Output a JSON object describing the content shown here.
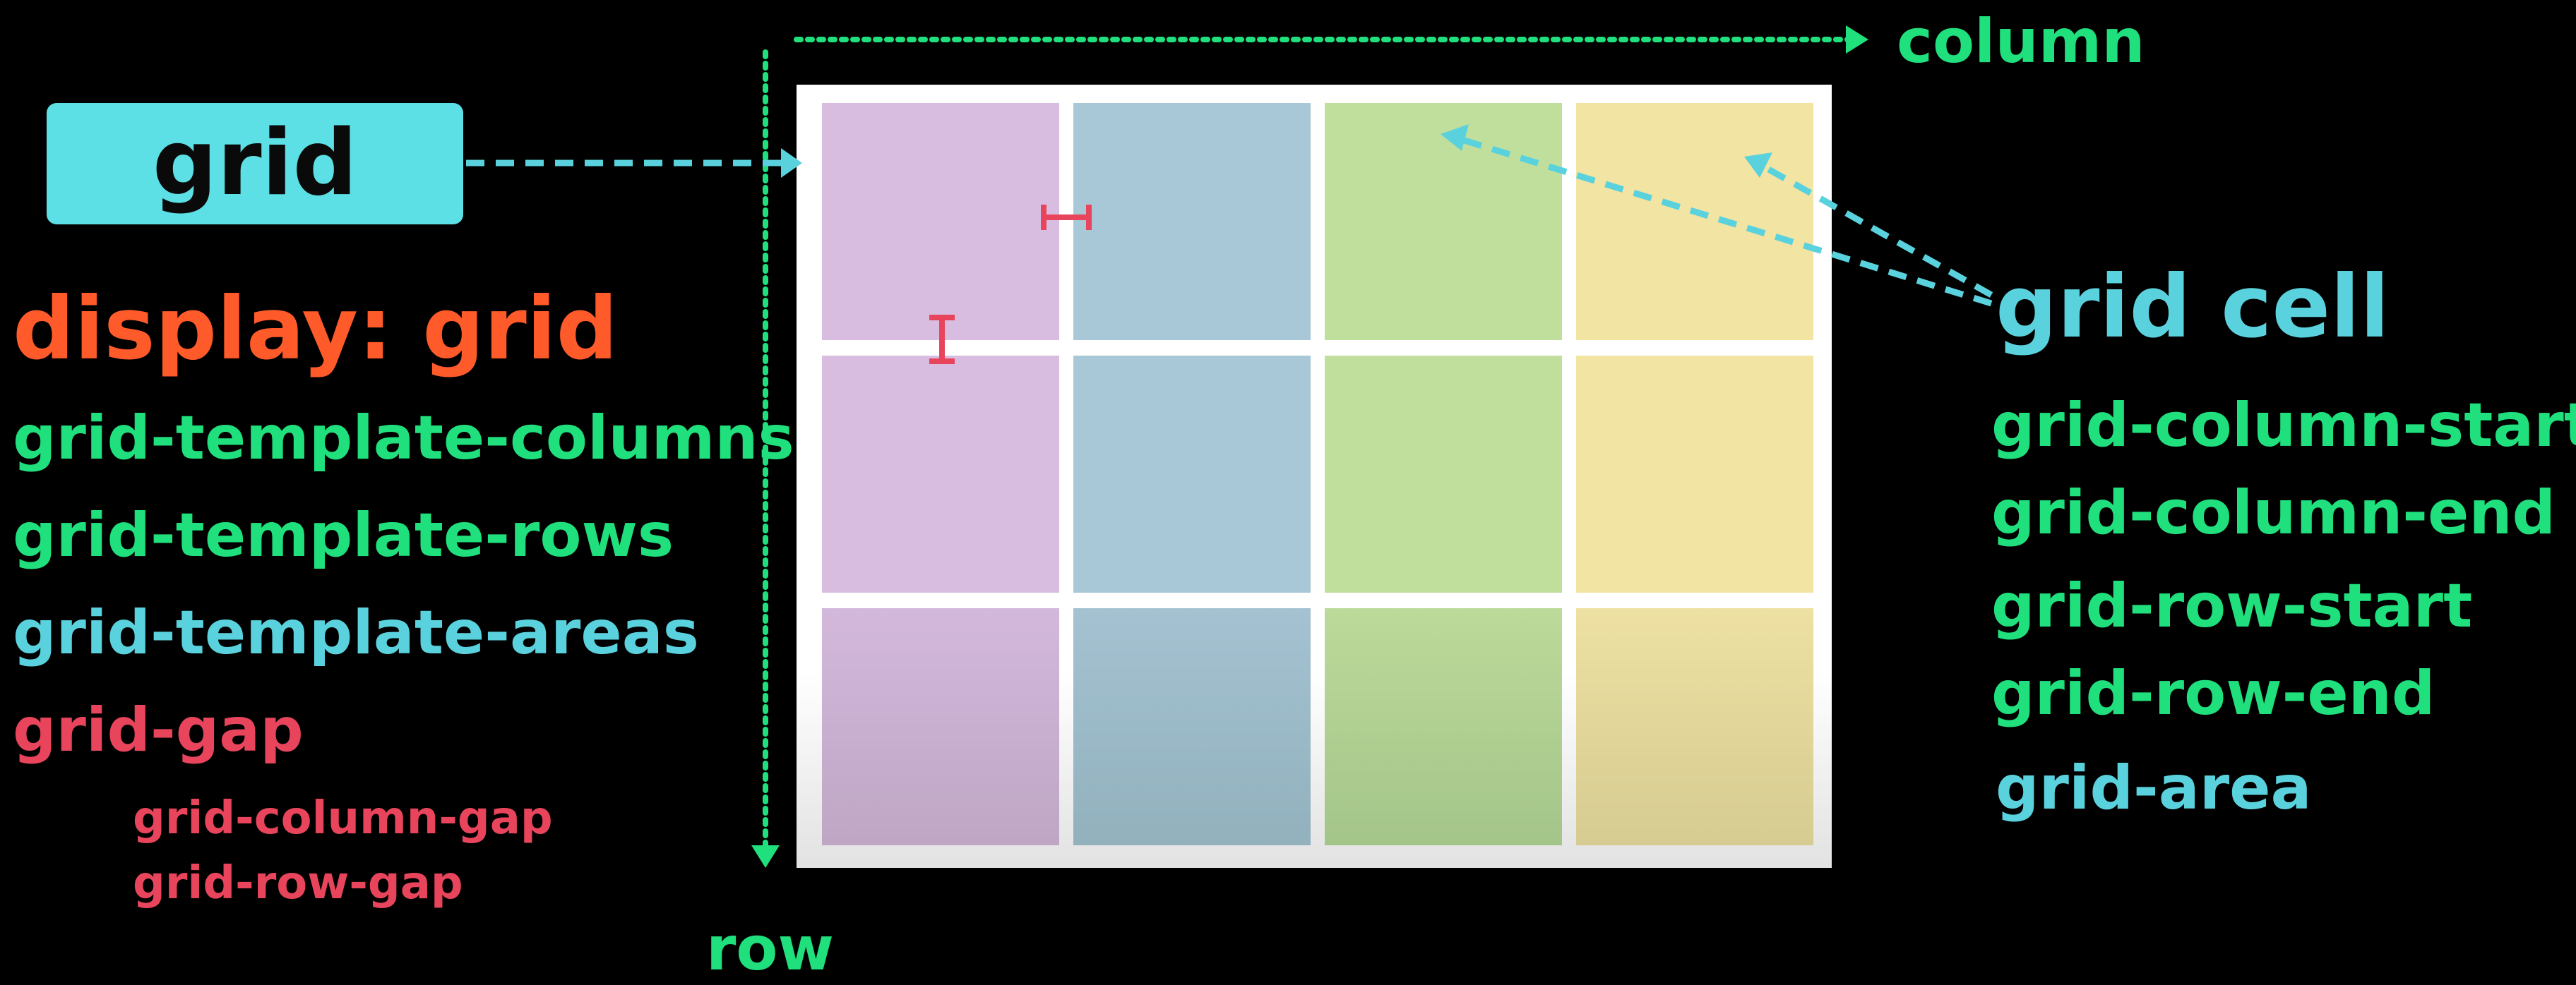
{
  "badge": {
    "label": "grid"
  },
  "axis_labels": {
    "column": "column",
    "row": "row"
  },
  "container_properties": {
    "display": "display: grid",
    "template_columns": "grid-template-columns",
    "template_rows": "grid-template-rows",
    "template_areas": "grid-template-areas",
    "gap": "grid-gap",
    "column_gap": "grid-column-gap",
    "row_gap": "grid-row-gap"
  },
  "cell_properties": {
    "title": "grid cell",
    "column_start": "grid-column-start",
    "column_end": "grid-column-end",
    "row_start": "grid-row-start",
    "row_end": "grid-row-end",
    "area": "grid-area"
  },
  "colors": {
    "background": "#000000",
    "badge": "#5ce0e6",
    "orange": "#ff5a2a",
    "green": "#1fe07c",
    "cyan": "#5ad2de",
    "red": "#e8455c",
    "col1": "#d8bde0",
    "col2": "#a9c8d7",
    "col3": "#c0df9d",
    "col4": "#f2e4a3"
  },
  "grid": {
    "columns": 4,
    "rows": 3
  }
}
